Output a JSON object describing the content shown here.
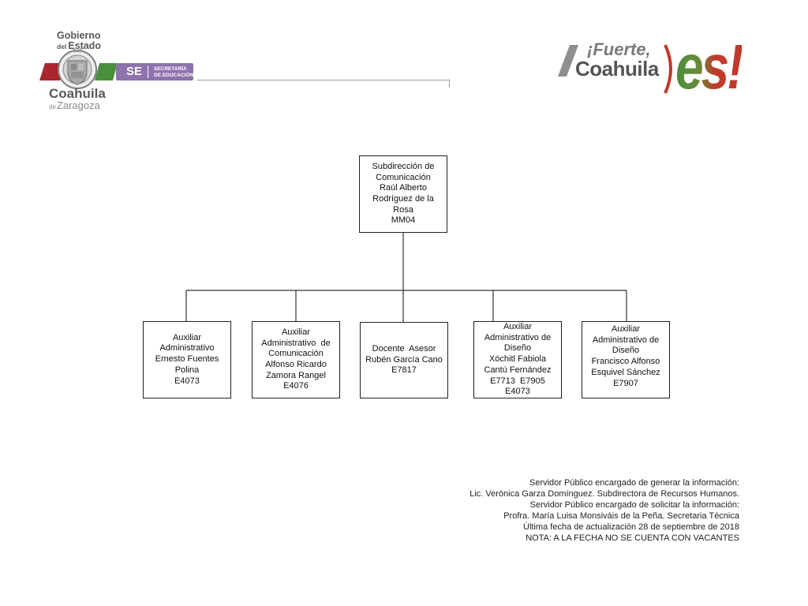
{
  "header": {
    "state_logo": {
      "gobierno": "Gobierno",
      "del": "del",
      "estado": "Estado",
      "coahuila": "Coahuila",
      "de": "de",
      "zaragoza": "Zaragoza",
      "seal_icon": "state-seal-icon"
    },
    "se_badge": {
      "abbr": "SE",
      "line1": "SECRETARÍA",
      "line2": "DE EDUCACIÓN"
    },
    "slogan_logo": {
      "fuerte": "¡Fuerte,",
      "coahuila": "Coahuila",
      "es": "es!"
    }
  },
  "org_chart": {
    "root": {
      "lines": [
        "Subdirección de",
        "Comunicación",
        "Raúl Alberto",
        "Rodríguez de la",
        "Rosa",
        "MM04"
      ]
    },
    "children": [
      {
        "lines": [
          "Auxiliar",
          "Administrativo",
          "Ernesto Fuentes",
          "Polina",
          "E4073"
        ]
      },
      {
        "lines": [
          "Auxiliar",
          "Administrativo  de",
          "Comunicación",
          "Alfonso Ricardo",
          "Zamora Rangel",
          "E4076"
        ]
      },
      {
        "lines": [
          "Docente  Asesor",
          "Rubén García Cano",
          "E7817"
        ]
      },
      {
        "lines": [
          "Auxiliar",
          "Administrativo de",
          "Diseño",
          "Xóchitl Fabiola",
          "Cantú Fernández",
          "E7713  E7905",
          "E4073"
        ]
      },
      {
        "lines": [
          "Auxiliar",
          "Administrativo de",
          "Diseño",
          "Francisco Alfonso",
          "Esquivel Sánchez",
          "E7907"
        ]
      }
    ]
  },
  "footer": {
    "lines": [
      "Servidor Público encargado de generar la información:",
      "Lic. Verónica Garza Domínguez. Subdirectora de Recursos Humanos.",
      "Servidor Público encargado de solicitar la información:",
      "Profra. María Luisa Monsiváis de la Peña. Secretaria Técnica",
      "Última fecha de actualización 28 de septiembre de 2018",
      "NOTA: A LA FECHA NO SE CUENTA CON VACANTES"
    ]
  },
  "colors": {
    "logo_gray": "#58595b",
    "se_purple": "#8d72ad",
    "flag_red": "#a8262c",
    "flag_green": "#4a8f3c",
    "slogan_red": "#c0392b",
    "box_border": "#222222"
  }
}
